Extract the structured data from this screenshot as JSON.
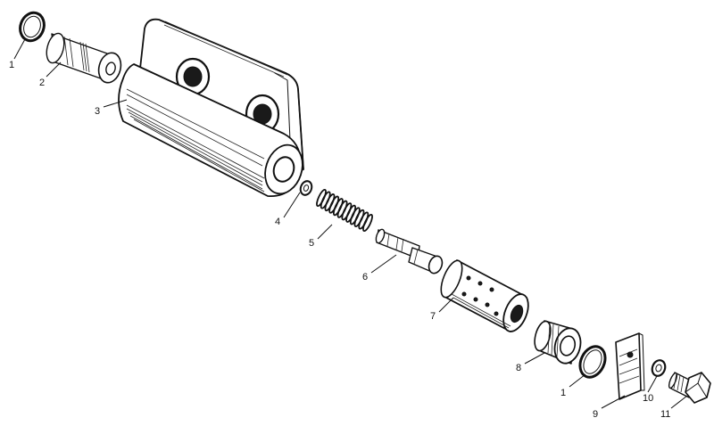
{
  "parts": [
    {
      "key": "o-ring-top",
      "number": "1"
    },
    {
      "key": "plug",
      "number": "2"
    },
    {
      "key": "valve-body",
      "number": "3"
    },
    {
      "key": "washer",
      "number": "4"
    },
    {
      "key": "spring",
      "number": "5"
    },
    {
      "key": "plunger",
      "number": "6"
    },
    {
      "key": "sleeve",
      "number": "7"
    },
    {
      "key": "end-cap",
      "number": "8"
    },
    {
      "key": "o-ring-bottom",
      "number": "1"
    },
    {
      "key": "lock-plate",
      "number": "9"
    },
    {
      "key": "lock-washer",
      "number": "10"
    },
    {
      "key": "bolt",
      "number": "11"
    }
  ]
}
